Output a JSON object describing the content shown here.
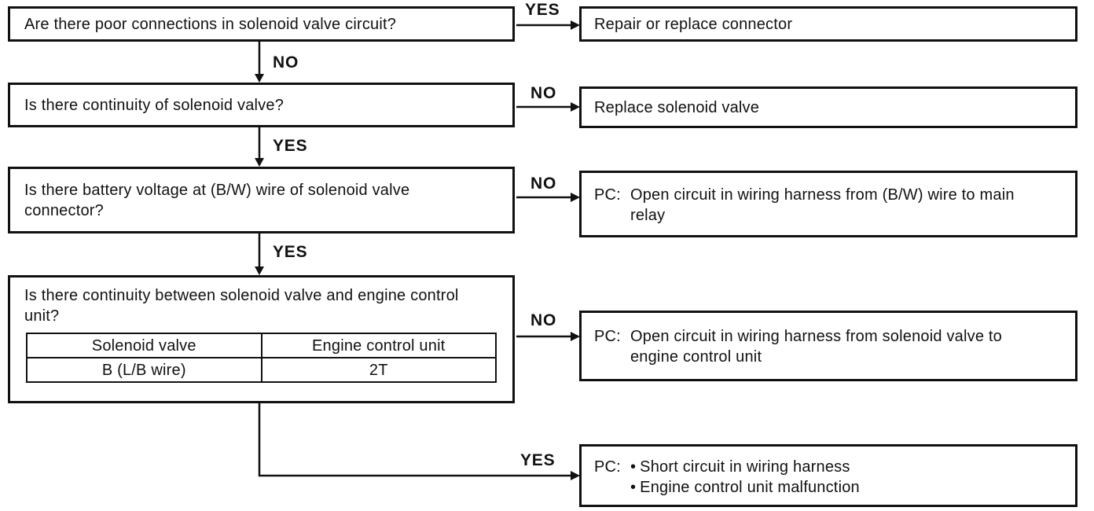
{
  "diagram": {
    "type": "troubleshooting-flowchart",
    "colors": {
      "ink": "#111111",
      "paper": "#ffffff"
    },
    "questions": [
      {
        "text": "Are there poor connections in solenoid valve circuit?"
      },
      {
        "text": "Is there continuity of solenoid valve?"
      },
      {
        "text": "Is there battery voltage at (B/W) wire of solenoid valve connector?"
      },
      {
        "text": "Is there continuity between solenoid valve and engine control unit?"
      }
    ],
    "pin_table": {
      "headers": [
        "Solenoid valve",
        "Engine control unit"
      ],
      "rows": [
        [
          "B (L/B wire)",
          "2T"
        ]
      ]
    },
    "results": [
      {
        "text": "Repair or replace connector"
      },
      {
        "text": "Replace solenoid valve"
      },
      {
        "prefix": "PC:",
        "text": "Open circuit in wiring harness from (B/W) wire to main relay"
      },
      {
        "prefix": "PC:",
        "text": "Open circuit in wiring harness from solenoid valve to engine control unit"
      },
      {
        "prefix": "PC:",
        "bullets": [
          "Short circuit in wiring harness",
          "Engine control unit malfunction"
        ]
      }
    ],
    "edge_labels": {
      "q1_yes": "YES",
      "q1_no": "NO",
      "q2_no": "NO",
      "q2_yes": "YES",
      "q3_no": "NO",
      "q3_yes": "YES",
      "q4_no": "NO",
      "q4_yes": "YES"
    }
  }
}
